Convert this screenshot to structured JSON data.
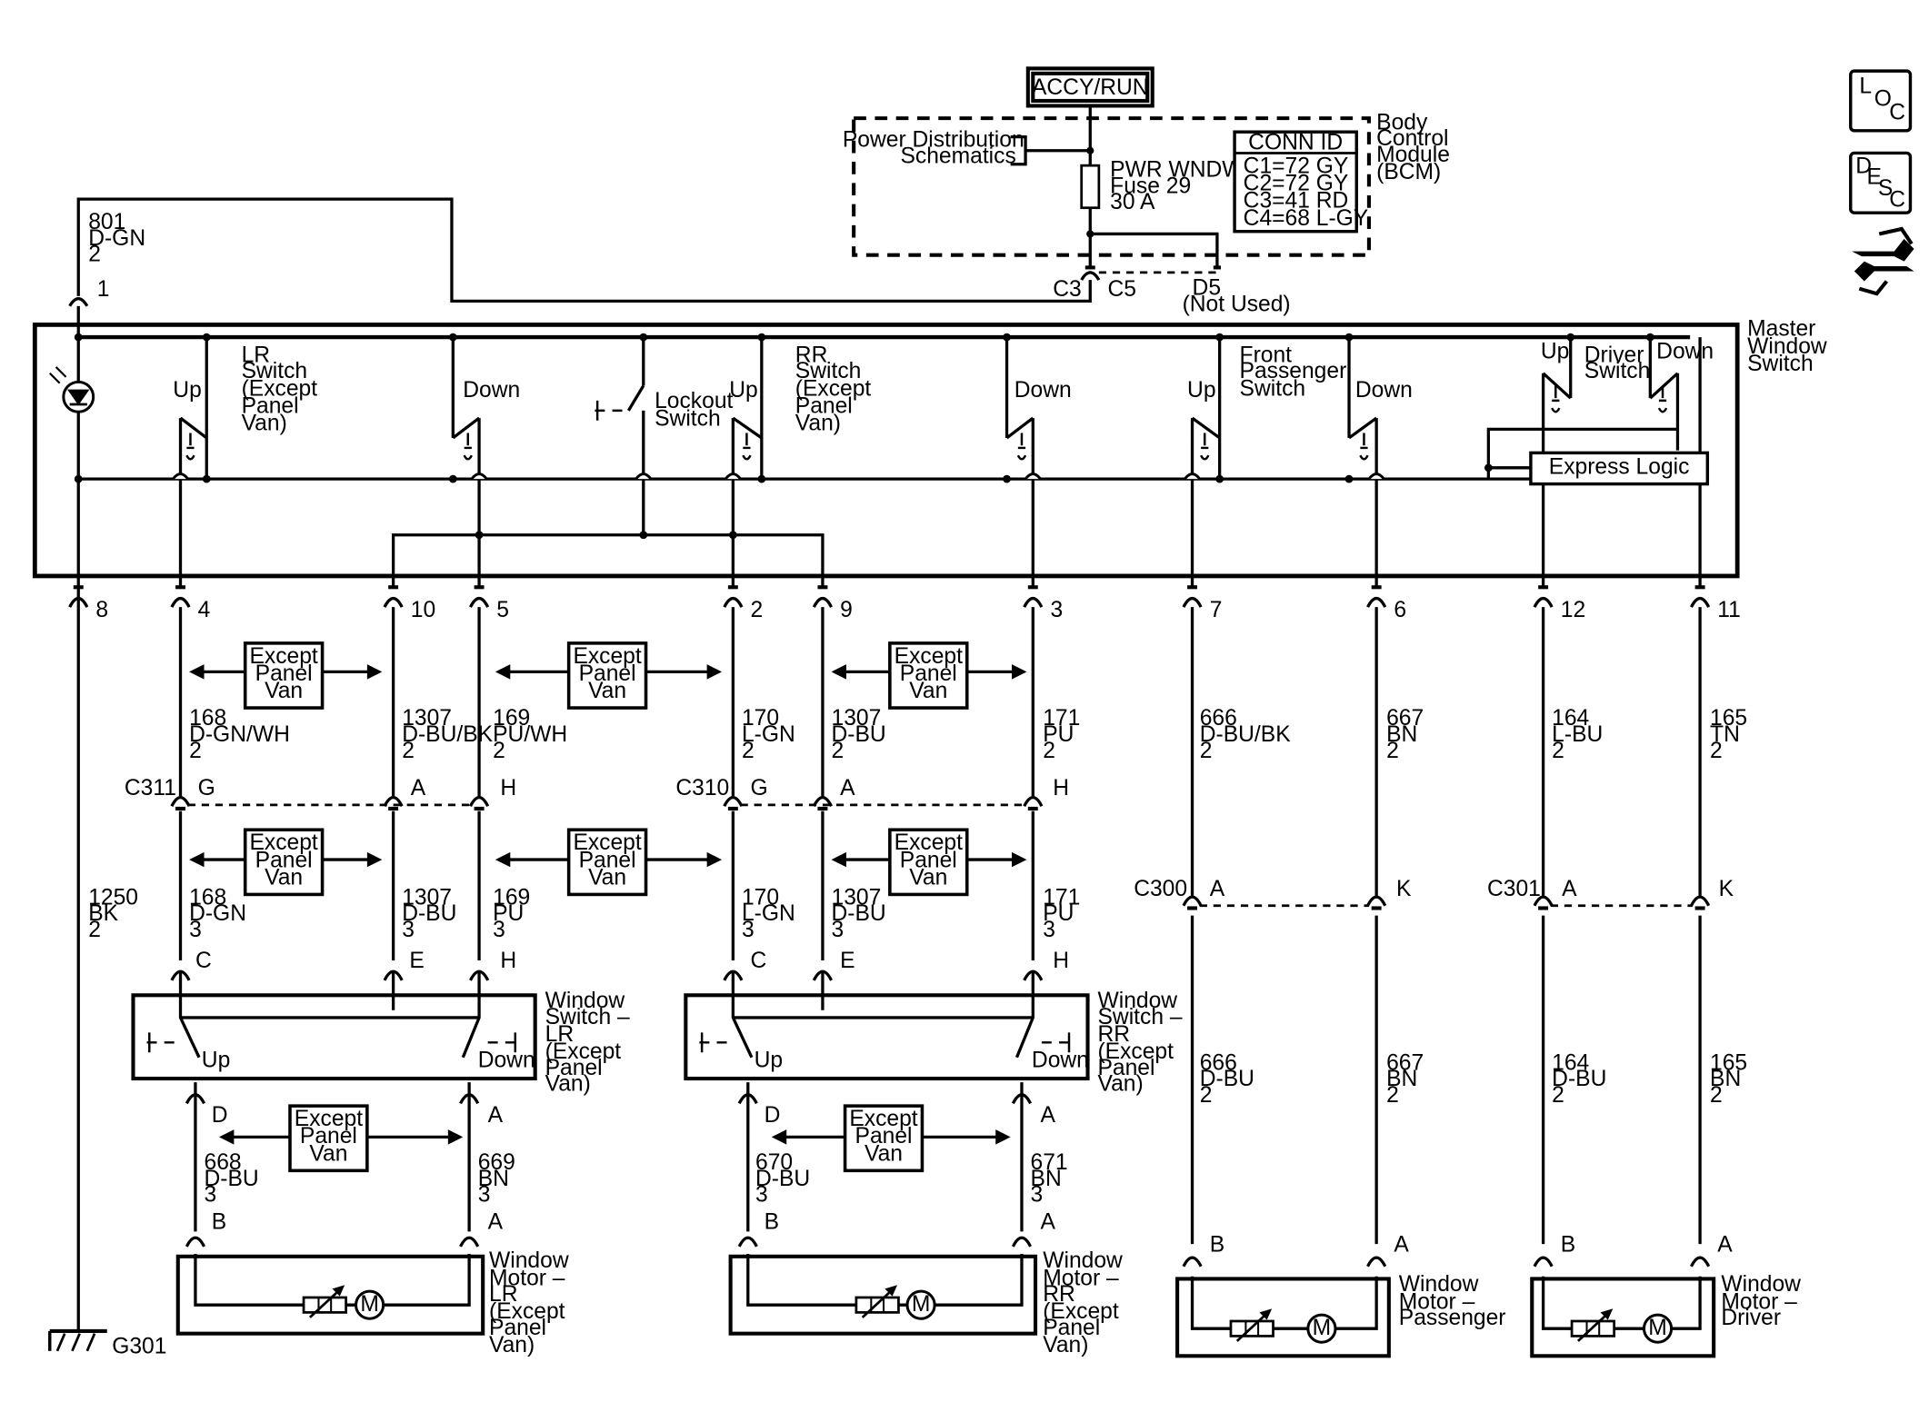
{
  "top": {
    "accy_run": "ACCY/RUN",
    "power_dist": [
      "Power Distribution",
      "Schematics"
    ],
    "fuse": [
      "PWR WNDW",
      "Fuse 29",
      "30 A"
    ],
    "conn_id_title": "CONN ID",
    "conn_id": [
      "C1=72 GY",
      "C2=72 GY",
      "C3=41 RD",
      "C4=68 L-GY"
    ],
    "bcm": [
      "Body",
      "Control",
      "Module",
      "(BCM)"
    ],
    "c3": "C3",
    "c5": "C5",
    "d5": [
      "D5",
      "(Not Used)"
    ],
    "wire_801": [
      "801",
      "D-GN",
      "2"
    ],
    "pin_1": "1"
  },
  "icons": {
    "loc": [
      "L",
      "O",
      "C"
    ],
    "desc": [
      "D",
      "E",
      "S",
      "C"
    ],
    "nav": "navigation-arrows-icon"
  },
  "master": {
    "title": [
      "Master",
      "Window",
      "Switch"
    ],
    "lr_switch": [
      "LR",
      "Switch",
      "(Except",
      "Panel",
      "Van)"
    ],
    "rr_switch": [
      "RR",
      "Switch",
      "(Except",
      "Panel",
      "Van)"
    ],
    "front_pass": [
      "Front",
      "Passenger",
      "Switch"
    ],
    "driver": [
      "Driver",
      "Switch"
    ],
    "lockout": [
      "Lockout",
      "Switch"
    ],
    "express_logic": "Express Logic",
    "up": "Up",
    "down": "Down",
    "pins": [
      "8",
      "4",
      "10",
      "5",
      "2",
      "9",
      "3",
      "7",
      "6",
      "12",
      "11"
    ]
  },
  "except_panel_van": [
    "Except",
    "Panel",
    "Van"
  ],
  "wires_upper": [
    [
      "168",
      "D-GN/WH",
      "2"
    ],
    [
      "1307",
      "D-BU/BK",
      "2"
    ],
    [
      "169",
      "PU/WH",
      "2"
    ],
    [
      "170",
      "L-GN",
      "2"
    ],
    [
      "1307",
      "D-BU",
      "2"
    ],
    [
      "171",
      "PU",
      "2"
    ],
    [
      "666",
      "D-BU/BK",
      "2"
    ],
    [
      "667",
      "BN",
      "2"
    ],
    [
      "164",
      "L-BU",
      "2"
    ],
    [
      "165",
      "TN",
      "2"
    ]
  ],
  "connectors_mid": {
    "c311": "C311",
    "c310": "C310",
    "c300": "C300",
    "c301": "C301",
    "g": "G",
    "a": "A",
    "h": "H",
    "k": "K"
  },
  "wires_lower": [
    [
      "1250",
      "BK",
      "2"
    ],
    [
      "168",
      "D-GN",
      "3"
    ],
    [
      "1307",
      "D-BU",
      "3"
    ],
    [
      "169",
      "PU",
      "3"
    ],
    [
      "170",
      "L-GN",
      "3"
    ],
    [
      "1307",
      "D-BU",
      "3"
    ],
    [
      "171",
      "PU",
      "3"
    ]
  ],
  "switch_pins": {
    "c": "C",
    "e": "E",
    "h": "H"
  },
  "window_switch_lr": [
    "Window",
    "Switch –",
    "LR",
    "(Except",
    "Panel",
    "Van)"
  ],
  "window_switch_rr": [
    "Window",
    "Switch –",
    "RR",
    "(Except",
    "Panel",
    "Van)"
  ],
  "motor_pins": {
    "d": "D",
    "a": "A",
    "b": "B"
  },
  "wires_motor": [
    [
      "668",
      "D-BU",
      "3"
    ],
    [
      "669",
      "BN",
      "3"
    ],
    [
      "670",
      "D-BU",
      "3"
    ],
    [
      "671",
      "BN",
      "3"
    ],
    [
      "666",
      "D-BU",
      "2"
    ],
    [
      "667",
      "BN",
      "2"
    ],
    [
      "164",
      "D-BU",
      "2"
    ],
    [
      "165",
      "BN",
      "2"
    ]
  ],
  "motors": {
    "lr": [
      "Window",
      "Motor –",
      "LR",
      "(Except",
      "Panel",
      "Van)"
    ],
    "rr": [
      "Window",
      "Motor –",
      "RR",
      "(Except",
      "Panel",
      "Van)"
    ],
    "passenger": [
      "Window",
      "Motor –",
      "Passenger"
    ],
    "driver": [
      "Window",
      "Motor –",
      "Driver"
    ],
    "m": "M"
  },
  "ground": "G301"
}
